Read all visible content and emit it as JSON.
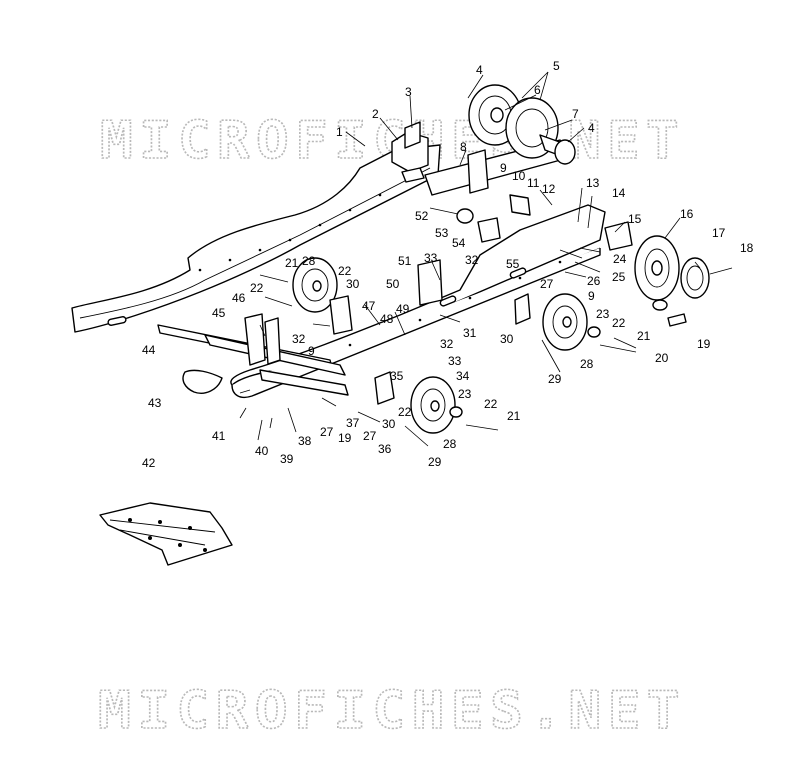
{
  "watermark_top": "MICROFICHES.NET",
  "watermark_bottom": "MICROFICHES.NET",
  "callouts": [
    "1",
    "2",
    "3",
    "4",
    "4",
    "5",
    "6",
    "7",
    "8",
    "9",
    "9",
    "9",
    "10",
    "11",
    "12",
    "13",
    "14",
    "15",
    "16",
    "17",
    "18",
    "19",
    "19",
    "20",
    "21",
    "21",
    "21",
    "22",
    "22",
    "22",
    "22",
    "22",
    "23",
    "23",
    "24",
    "25",
    "26",
    "27",
    "27",
    "27",
    "28",
    "28",
    "28",
    "29",
    "29",
    "30",
    "30",
    "30",
    "31",
    "32",
    "32",
    "32",
    "33",
    "33",
    "34",
    "35",
    "36",
    "37",
    "38",
    "39",
    "40",
    "41",
    "42",
    "43",
    "44",
    "45",
    "46",
    "47",
    "48",
    "49",
    "50",
    "51",
    "52",
    "53",
    "54",
    "55"
  ]
}
